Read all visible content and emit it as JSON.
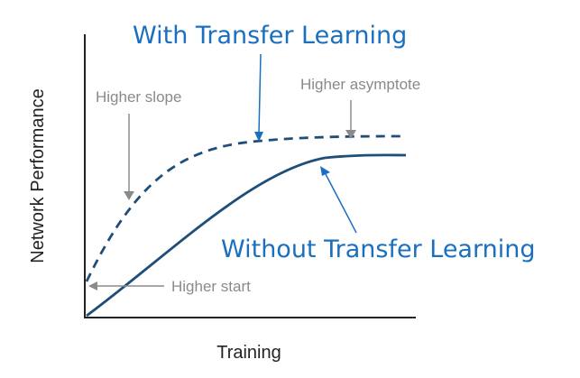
{
  "labels": {
    "y_axis": "Network Performance",
    "x_axis": "Training",
    "with_transfer": "With Transfer Learning",
    "without_transfer": "Without Transfer Learning",
    "higher_slope": "Higher slope",
    "higher_asymptote": "Higher asymptote",
    "higher_start": "Higher start"
  },
  "curves": {
    "with_transfer_style": "dashed",
    "without_transfer_style": "solid"
  },
  "colors": {
    "curve": "#1f4e79",
    "annotation_gray": "#8a8a8a",
    "callout_blue": "#1a6fbf",
    "axis": "#222222"
  }
}
